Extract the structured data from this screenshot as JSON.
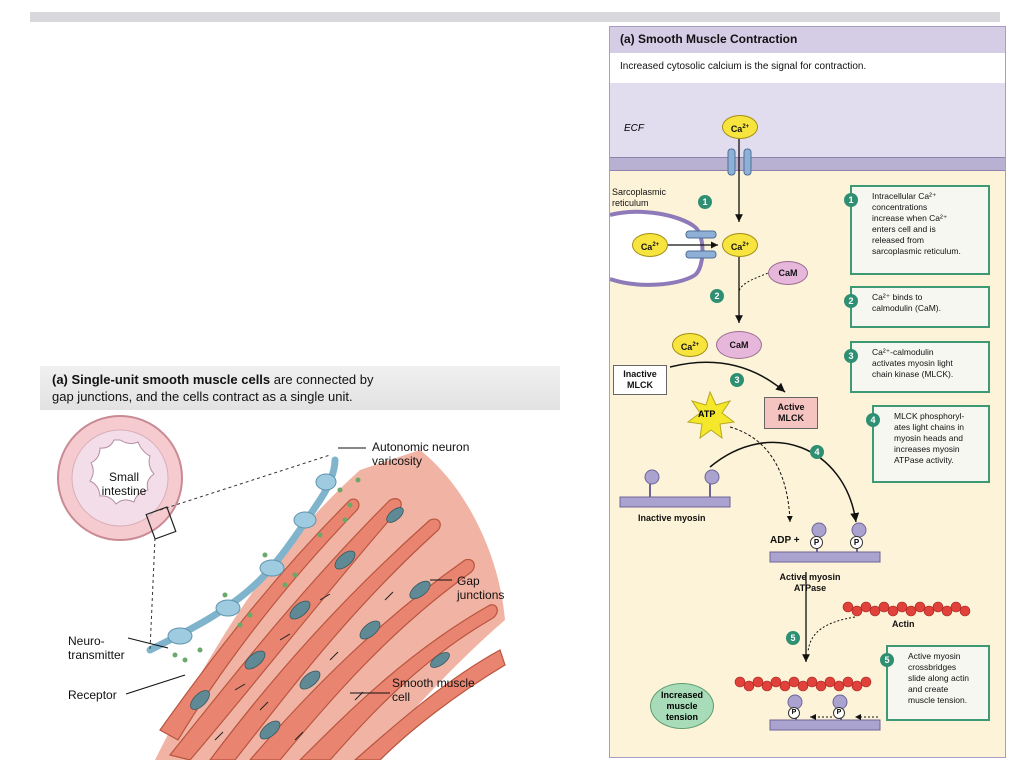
{
  "left": {
    "caption_bold": "(a) Single-unit smooth muscle cells",
    "caption_rest": " are connected by",
    "caption_line2": "gap junctions, and the cells contract as a single unit.",
    "labels": {
      "small_intestine_1": "Small",
      "small_intestine_2": "intestine",
      "autonomic_1": "Autonomic neuron",
      "autonomic_2": "varicosity",
      "gap_1": "Gap",
      "gap_2": "junctions",
      "neuro_1": "Neuro-",
      "neuro_2": "transmitter",
      "receptor": "Receptor",
      "smooth_1": "Smooth muscle",
      "smooth_2": "cell"
    }
  },
  "right": {
    "title": "(a) Smooth Muscle Contraction",
    "subtitle": "Increased cytosolic calcium is the signal for contraction.",
    "ecf": "ECF",
    "sr_1": "Sarcoplasmic",
    "sr_2": "reticulum",
    "ca": "Ca",
    "ca_sup": "2+",
    "cam": "CaM",
    "inactive_mlck_1": "Inactive",
    "inactive_mlck_2": "MLCK",
    "active_mlck_1": "Active",
    "active_mlck_2": "MLCK",
    "atp": "ATP",
    "inactive_myosin": "Inactive myosin",
    "adp": "ADP +",
    "p": "P",
    "active_myosin_1": "Active myosin",
    "active_myosin_2": "ATPase",
    "actin": "Actin",
    "tension_1": "Increased",
    "tension_2": "muscle",
    "tension_3": "tension",
    "steps": [
      "1",
      "2",
      "3",
      "4",
      "5"
    ],
    "boxes": [
      {
        "num": "1",
        "lines": [
          "Intracellular Ca²⁺",
          "concentrations",
          "increase when Ca²⁺",
          "enters cell and is",
          "released from",
          "sarcoplasmic reticulum."
        ]
      },
      {
        "num": "2",
        "lines": [
          "Ca²⁺ binds to",
          "calmodulin (CaM)."
        ]
      },
      {
        "num": "3",
        "lines": [
          "Ca²⁺-calmodulin",
          "activates myosin light",
          "chain kinase (MLCK)."
        ]
      },
      {
        "num": "4",
        "lines": [
          "MLCK phosphoryl-",
          "ates light chains in",
          "myosin heads and",
          "increases myosin",
          "ATPase activity."
        ]
      },
      {
        "num": "5",
        "lines": [
          "Active myosin",
          "crossbridges",
          "slide along actin",
          "and create",
          "muscle tension."
        ]
      }
    ]
  },
  "colors": {
    "panel_bg": "#fdf3d8",
    "title_bg": "#d5cce6",
    "step_green": "#2f8f72",
    "calcium_yellow": "#f7e43f",
    "calmodulin_pink": "#e6b6db",
    "muscle_red": "#e8846f",
    "neuron_blue": "#9ecbe0",
    "actin_red": "#e0413a"
  }
}
